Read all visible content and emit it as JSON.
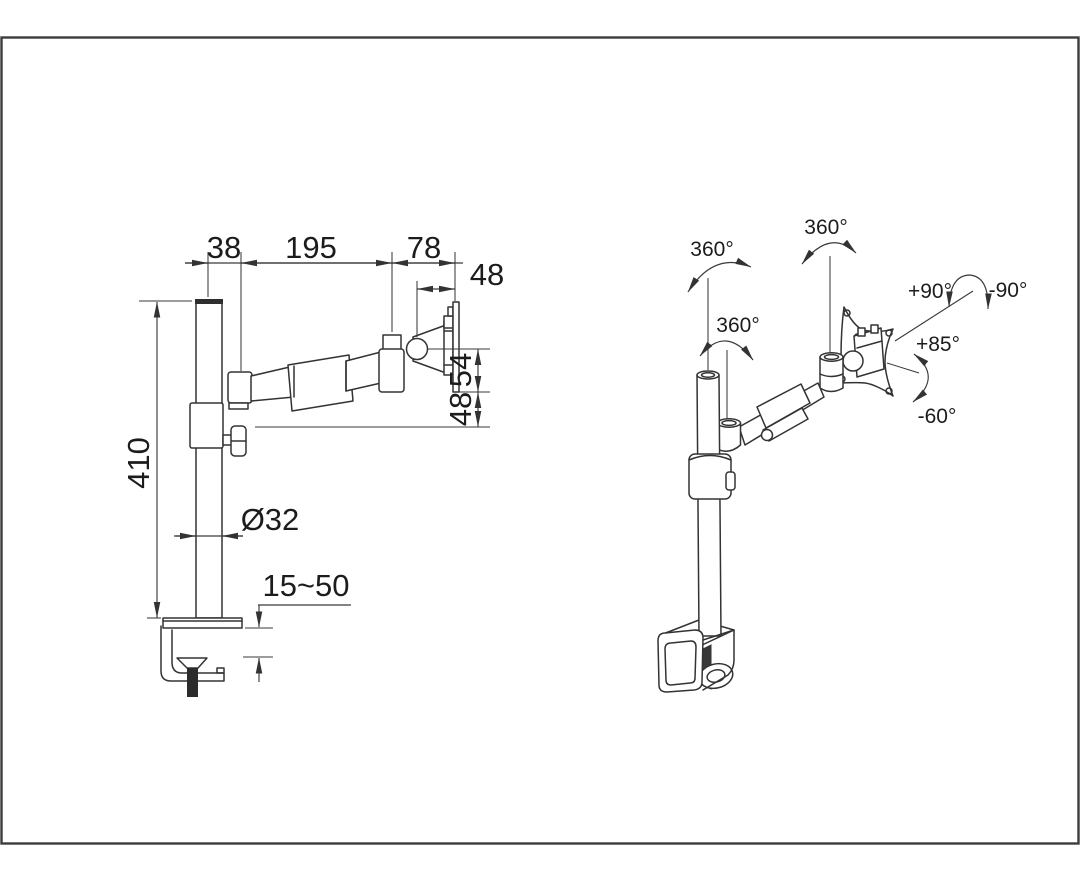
{
  "left_view": {
    "dimensions": {
      "pole_to_elbow": "38",
      "arm_length": "195",
      "elbow_to_plate": "78",
      "joint_to_plate": "48",
      "plate_upper_height": "54",
      "plate_lower_height": "48",
      "pole_height": "410",
      "pole_diameter": "Ø32",
      "clamp_opening_range": "15~50"
    }
  },
  "right_view": {
    "angles": {
      "pole_swivel": "360°",
      "elbow_swivel": "360°",
      "head_swivel": "360°",
      "screen_rotate_plus": "+90°",
      "screen_rotate_minus": "-90°",
      "tilt_up": "+85°",
      "tilt_down": "-60°"
    }
  }
}
